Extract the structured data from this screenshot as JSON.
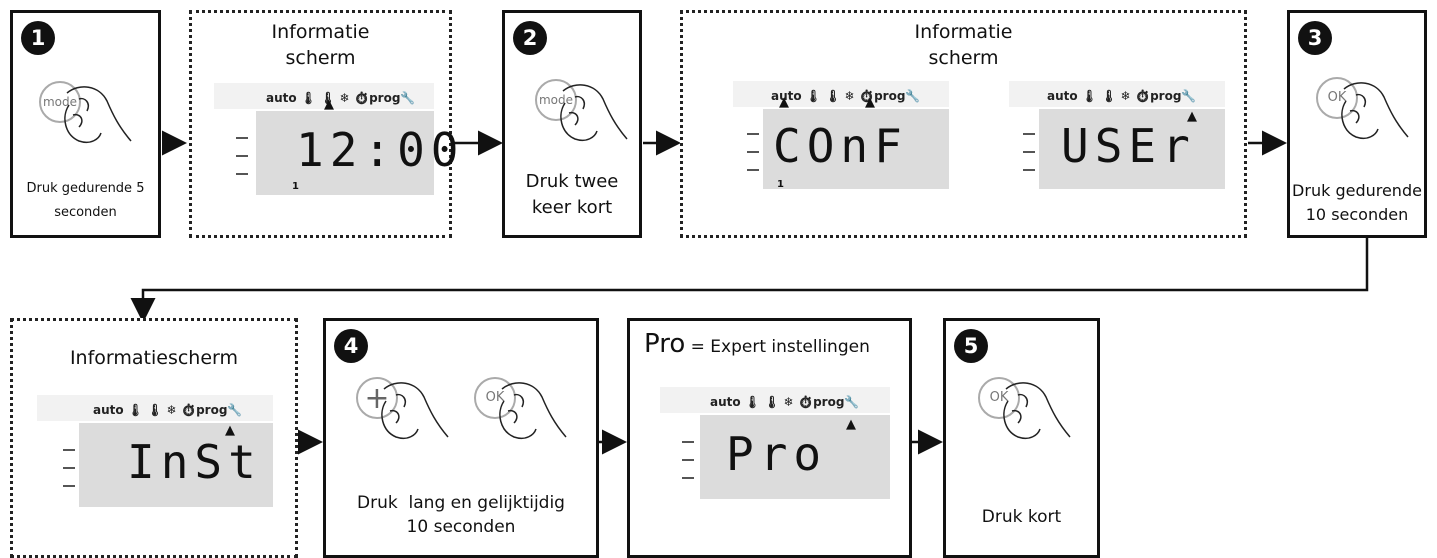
{
  "steps": {
    "s1": {
      "number": "1",
      "button": "mode",
      "caption_1": "Druk gedurende 5",
      "caption_2": "seconden"
    },
    "s2": {
      "number": "2",
      "button": "mode",
      "caption_1": "Druk twee",
      "caption_2": "keer kort"
    },
    "s3": {
      "number": "3",
      "button": "OK",
      "caption_1": "Druk gedurende",
      "caption_2": "10 seconden"
    },
    "s4": {
      "number": "4",
      "button_a": "+",
      "button_b": "OK",
      "caption_1": "Druk  lang en gelijktijdig",
      "caption_2": "10 seconden"
    },
    "s5": {
      "number": "5",
      "button": "OK",
      "caption_1": "Druk kort"
    }
  },
  "info_boxes": {
    "a": {
      "title_1": "Informatie",
      "title_2": "scherm"
    },
    "b": {
      "title_1": "Informatie",
      "title_2": "scherm"
    },
    "c": {
      "title_1": "Informatiescherm"
    }
  },
  "pro_box": {
    "title_big": "Pro",
    "title_rest": " = Expert instellingen"
  },
  "lcd": {
    "icons": "auto 🌡 🌡 ❄ ⏱prog🔧",
    "clock": {
      "value": "12:00",
      "index": "1"
    },
    "conf": {
      "value": "COnF",
      "index": "1"
    },
    "user": {
      "value": "USEr"
    },
    "inst": {
      "value": "InSt"
    },
    "pro": {
      "value": "Pro"
    }
  }
}
